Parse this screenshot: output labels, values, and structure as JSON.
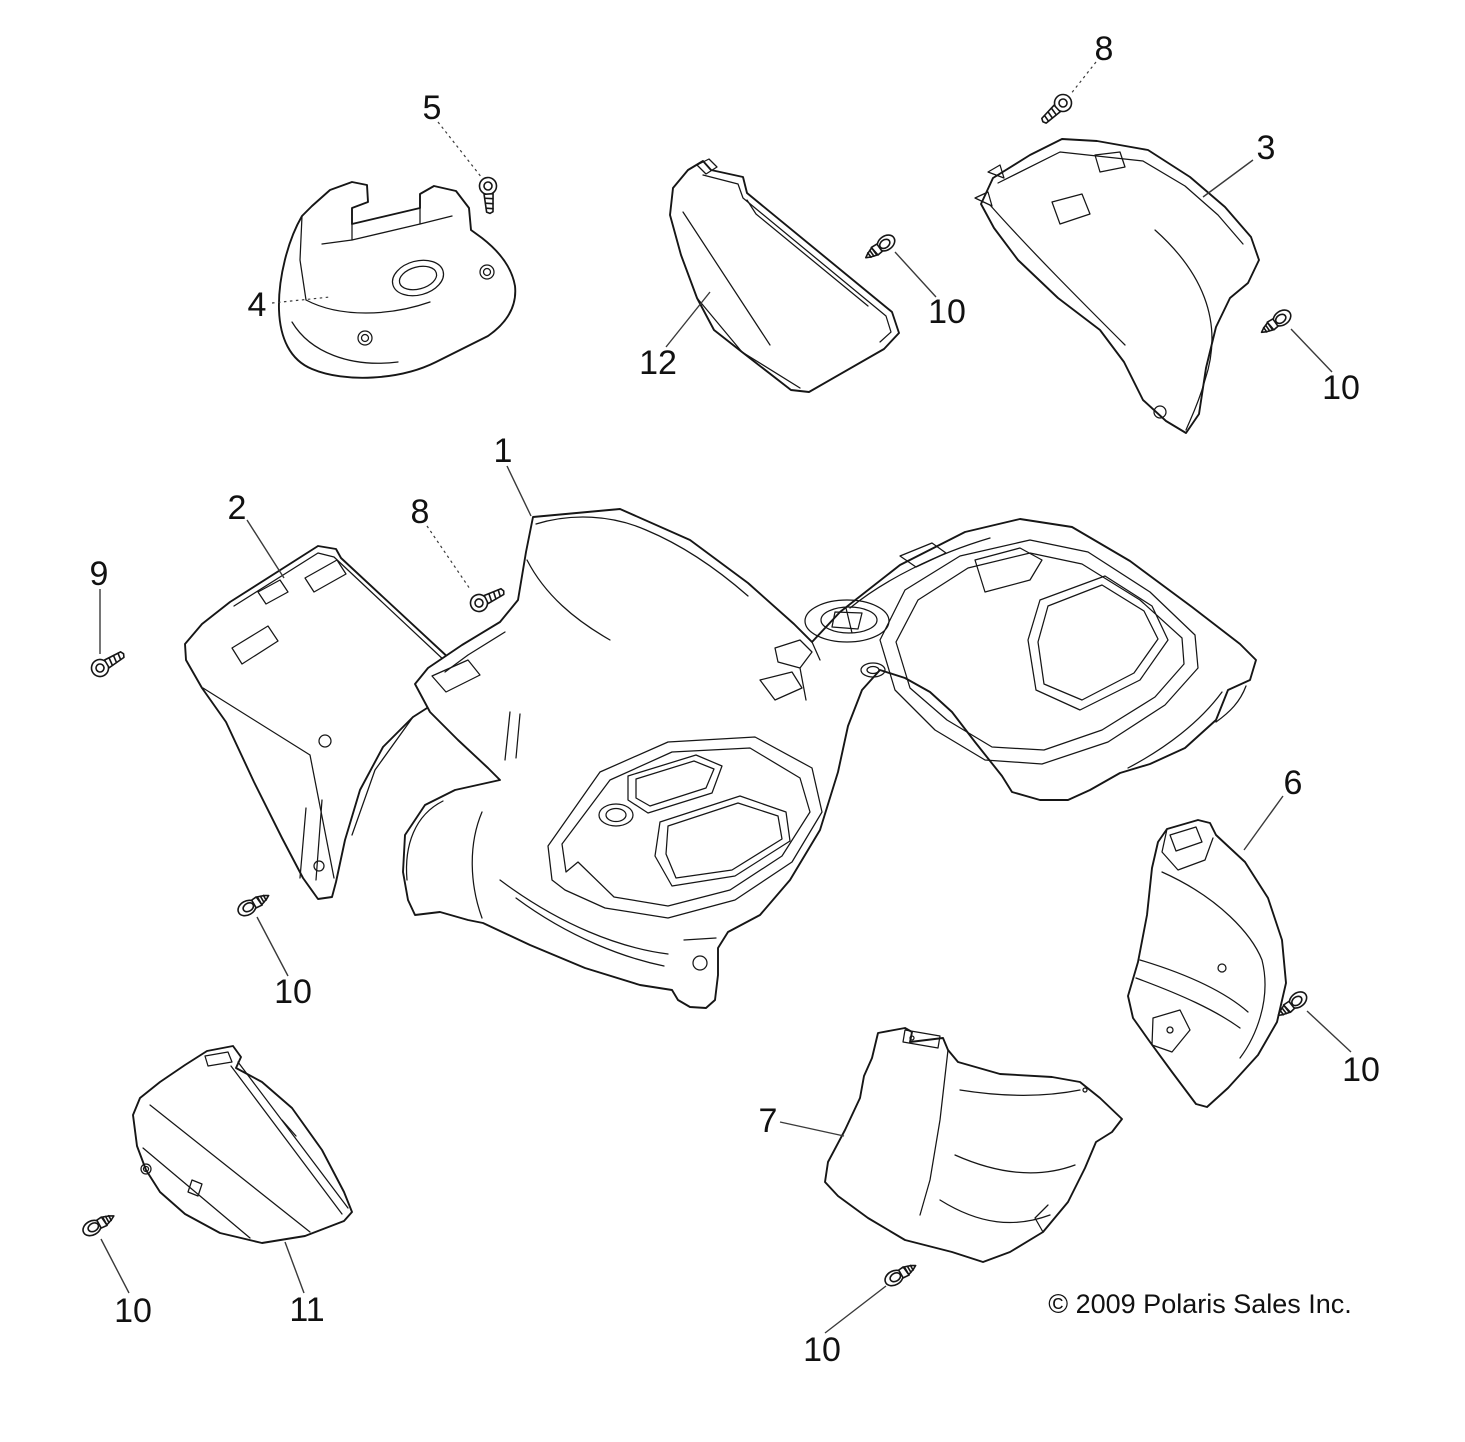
{
  "diagram": {
    "kind": "exploded-parts-line-drawing",
    "background_color": "#ffffff",
    "line_color": "#161616"
  },
  "callouts": [
    {
      "label": "1",
      "target": "main-body"
    },
    {
      "label": "2",
      "target": "front-left-panel"
    },
    {
      "label": "3",
      "target": "right-front-side-panel"
    },
    {
      "label": "4",
      "target": "pod-cover"
    },
    {
      "label": "5",
      "target": "screw"
    },
    {
      "label": "6",
      "target": "right-rear-side-panel"
    },
    {
      "label": "7",
      "target": "right-footwell-panel"
    },
    {
      "label": "8",
      "target": "screw-upper"
    },
    {
      "label": "8",
      "target": "screw-middle"
    },
    {
      "label": "9",
      "target": "screw-left"
    },
    {
      "label": "10",
      "target": "push-rivet-upper-middle"
    },
    {
      "label": "10",
      "target": "push-rivet-upper-right"
    },
    {
      "label": "10",
      "target": "push-rivet-middle-left"
    },
    {
      "label": "10",
      "target": "push-rivet-right"
    },
    {
      "label": "10",
      "target": "push-rivet-bottom-center"
    },
    {
      "label": "10",
      "target": "push-rivet-bottom-left"
    },
    {
      "label": "11",
      "target": "left-storage-pod"
    },
    {
      "label": "12",
      "target": "center-bracket"
    }
  ],
  "footer": {
    "copyright": "© 2009 Polaris Sales Inc."
  }
}
